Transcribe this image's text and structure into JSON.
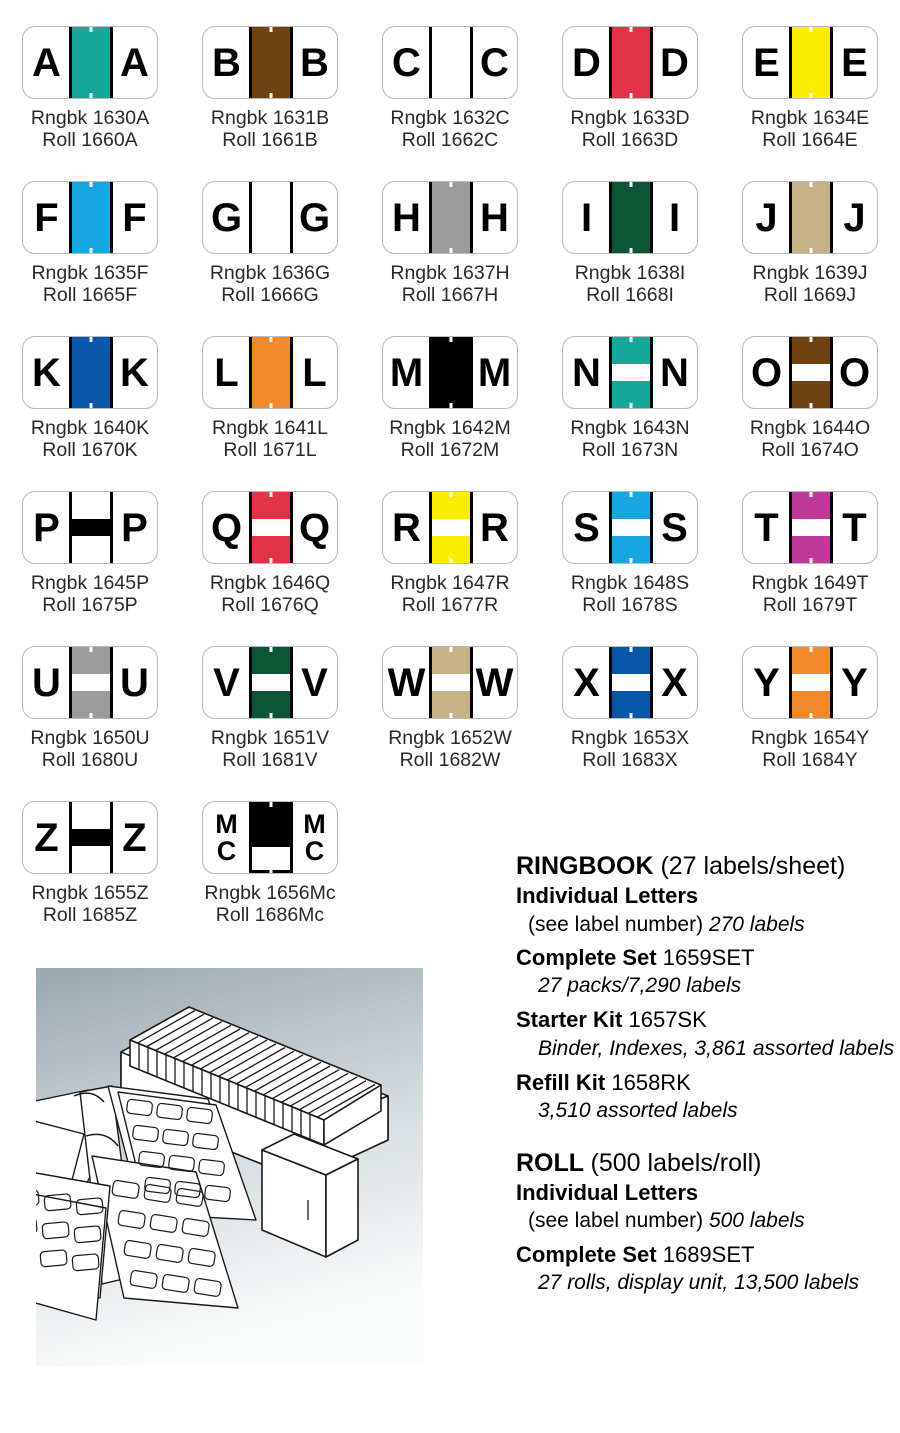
{
  "labels": [
    [
      {
        "letter": "A",
        "bar_style": "solid",
        "color": "#16a899",
        "ringbook": "Rngbk 1630A",
        "roll": "Roll 1660A"
      },
      {
        "letter": "B",
        "bar_style": "solid",
        "color": "#6f4311",
        "ringbook": "Rngbk 1631B",
        "roll": "Roll 1661B"
      },
      {
        "letter": "C",
        "bar_style": "solid",
        "color": "#ffffff",
        "ringbook": "Rngbk 1632C",
        "roll": "Roll 1662C"
      },
      {
        "letter": "D",
        "bar_style": "solid",
        "color": "#e03347",
        "ringbook": "Rngbk 1633D",
        "roll": "Roll 1663D"
      },
      {
        "letter": "E",
        "bar_style": "solid",
        "color": "#fbee00",
        "ringbook": "Rngbk 1634E",
        "roll": "Roll 1664E"
      }
    ],
    [
      {
        "letter": "F",
        "bar_style": "solid",
        "color": "#19a5e0",
        "ringbook": "Rngbk 1635F",
        "roll": "Roll 1665F"
      },
      {
        "letter": "G",
        "bar_style": "solid",
        "color": "#c council",
        "ringbook": "Rngbk 1636G",
        "roll": "Roll 1666G"
      },
      {
        "letter": "H",
        "bar_style": "solid",
        "color": "#9c9c9c",
        "ringbook": "Rngbk 1637H",
        "roll": "Roll 1667H"
      },
      {
        "letter": "I",
        "bar_style": "solid",
        "color": "#0e5538",
        "ringbook": "Rngbk 1638I",
        "roll": "Roll 1668I"
      },
      {
        "letter": "J",
        "bar_style": "solid",
        "color": "#c7b189",
        "ringbook": "Rngbk 1639J",
        "roll": "Roll 1669J"
      }
    ],
    [
      {
        "letter": "K",
        "bar_style": "solid",
        "color": "#0a56a8",
        "ringbook": "Rngbk 1640K",
        "roll": "Roll 1670K"
      },
      {
        "letter": "L",
        "bar_style": "solid",
        "color": "#f2892c",
        "ringbook": "Rngbk 1641L",
        "roll": "Roll 1671L"
      },
      {
        "letter": "M",
        "bar_style": "solid",
        "color": "#000000",
        "ringbook": "Rngbk 1642M",
        "roll": "Roll 1672M"
      },
      {
        "letter": "N",
        "bar_style": "split",
        "color": "#16a899",
        "ringbook": "Rngbk 1643N",
        "roll": "Roll 1673N"
      },
      {
        "letter": "O",
        "bar_style": "split",
        "color": "#6f4311",
        "ringbook": "Rngbk 1644O",
        "roll": "Roll 1674O"
      }
    ],
    [
      {
        "letter": "P",
        "bar_style": "split-inverted",
        "color": "#000000",
        "ringbook": "Rngbk 1645P",
        "roll": "Roll 1675P"
      },
      {
        "letter": "Q",
        "bar_style": "split",
        "color": "#e03347",
        "ringbook": "Rngbk 1646Q",
        "roll": "Roll 1676Q"
      },
      {
        "letter": "R",
        "bar_style": "split",
        "color": "#fbee00",
        "ringbook": "Rngbk 1647R",
        "roll": "Roll 1677R"
      },
      {
        "letter": "S",
        "bar_style": "split",
        "color": "#19a5e0",
        "ringbook": "Rngbk 1648S",
        "roll": "Roll 1678S"
      },
      {
        "letter": "T",
        "bar_style": "split",
        "color": "#c0399a",
        "ringbook": "Rngbk 1649T",
        "roll": "Roll 1679T"
      }
    ],
    [
      {
        "letter": "U",
        "bar_style": "split",
        "color": "#9c9c9c",
        "ringbook": "Rngbk 1650U",
        "roll": "Roll 1680U"
      },
      {
        "letter": "V",
        "bar_style": "split",
        "color": "#0e5538",
        "ringbook": "Rngbk 1651V",
        "roll": "Roll 1681V"
      },
      {
        "letter": "W",
        "bar_style": "split",
        "color": "#c7b189",
        "ringbook": "Rngbk 1652W",
        "roll": "Roll 1682W"
      },
      {
        "letter": "X",
        "bar_style": "split",
        "color": "#0a56a8",
        "ringbook": "Rngbk 1653X",
        "roll": "Roll 1683X"
      },
      {
        "letter": "Y",
        "bar_style": "split",
        "color": "#f2892c",
        "ringbook": "Rngbk 1654Y",
        "roll": "Roll 1684Y"
      }
    ],
    [
      {
        "letter": "Z",
        "bar_style": "split-inverted",
        "color": "#000000",
        "ringbook": "Rngbk 1655Z",
        "roll": "Roll 1685Z"
      },
      {
        "letter": "Mc",
        "bar_style": "mc",
        "color": "#000000",
        "ringbook": "Rngbk 1656Mc",
        "roll": "Roll 1686Mc"
      }
    ]
  ],
  "spec": {
    "ringbook": {
      "title": "RINGBOOK",
      "title_note": "(27 labels/sheet)",
      "individual_label": "Individual Letters",
      "individual_sub": "(see label number)",
      "individual_count": "270 labels",
      "complete_set_label": "Complete Set",
      "complete_set_number": "1659SET",
      "complete_set_note": "27 packs/7,290 labels",
      "starter_kit_label": "Starter Kit",
      "starter_kit_number": "1657SK",
      "starter_kit_note": "Binder, Indexes, 3,861 assorted labels",
      "refill_kit_label": "Refill Kit",
      "refill_kit_number": "1658RK",
      "refill_kit_note": "3,510 assorted labels"
    },
    "roll": {
      "title": "ROLL",
      "title_note": "(500 labels/roll)",
      "individual_label": "Individual Letters",
      "individual_sub": "(see label number)",
      "individual_count": "500 labels",
      "complete_set_label": "Complete Set",
      "complete_set_number": "1689SET",
      "complete_set_note": "27 rolls, display unit, 13,500 labels"
    }
  },
  "illustration": {
    "background_top_color": "#9aa8b0",
    "background_bottom_color": "#fbfcfc"
  }
}
